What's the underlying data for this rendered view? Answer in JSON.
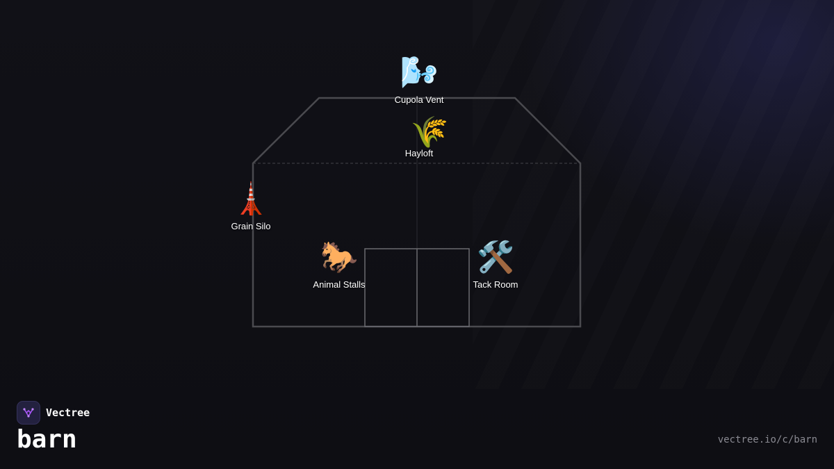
{
  "diagram": {
    "nodes": [
      {
        "id": "cupola-vent",
        "label": "Cupola Vent",
        "icon": "wind-face-icon",
        "glyph": "🌬️"
      },
      {
        "id": "hayloft",
        "label": "Hayloft",
        "icon": "wheat-sheaf-icon",
        "glyph": "🌾"
      },
      {
        "id": "grain-silo",
        "label": "Grain Silo",
        "icon": "tower-icon",
        "glyph": "🗼"
      },
      {
        "id": "animal-stalls",
        "label": "Animal Stalls",
        "icon": "horse-icon",
        "glyph": "🐎"
      },
      {
        "id": "tack-room",
        "label": "Tack Room",
        "icon": "hammer-and-wrench-icon",
        "glyph": "🛠️"
      }
    ]
  },
  "footer": {
    "brand": "Vectree",
    "title": "barn",
    "url": "vectree.io/c/barn"
  },
  "colors": {
    "outline": "#4a4a4f",
    "door": "#6b6b70",
    "accent": "#a855f7"
  }
}
